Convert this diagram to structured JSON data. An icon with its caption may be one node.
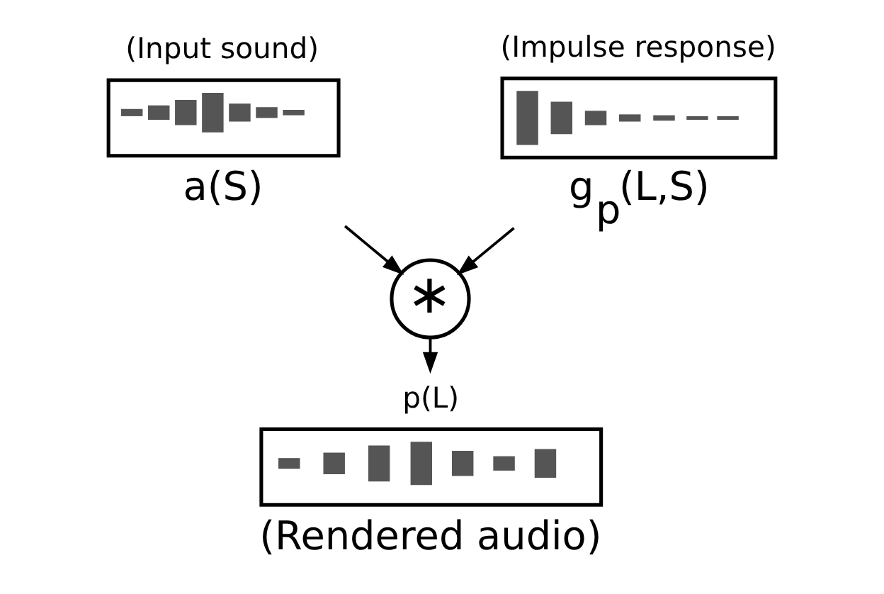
{
  "diagram": {
    "nodes": [
      {
        "text": [
          "(Input sound)",
          "a(S)"
        ]
      },
      {
        "text": [
          "(Impulse response)",
          "g$_{p}$(L,S)"
        ]
      },
      {
        "text": [
          "∗"
        ]
      },
      {
        "text": [
          "p(L)",
          "(Rendered audio)"
        ]
      }
    ],
    "edges": [
      {
        "from": 0,
        "to": 2,
        "arrow": "to"
      },
      {
        "from": 1,
        "to": 2,
        "arrow": "to"
      },
      {
        "from": 2,
        "to": 3,
        "arrow": "to"
      }
    ]
  }
}
